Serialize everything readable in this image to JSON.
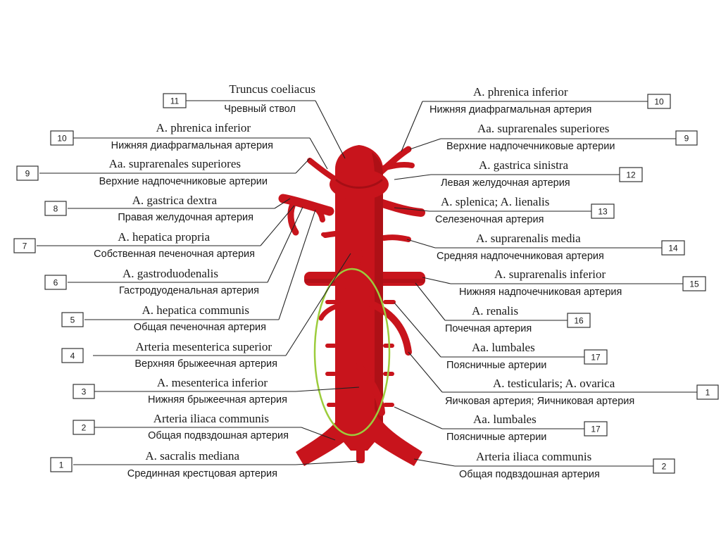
{
  "colors": {
    "artery": "#c8141c",
    "artery_dark": "#8e0a10",
    "highlight": "#9ccc3c",
    "ink": "#1a1a1a"
  },
  "labels": [
    {
      "id": "truncus",
      "num": "11",
      "lat": "Truncus coeliacus",
      "rus": "Чревный ствол"
    },
    {
      "id": "phrenica-l",
      "num": "10",
      "lat": "A. phrenica inferior",
      "rus": "Нижняя диафрагмальная артерия"
    },
    {
      "id": "supra-sup-l",
      "num": "9",
      "lat": "Aa. suprarenales superiores",
      "rus": "Верхние надпочечниковые артерии"
    },
    {
      "id": "gastrica-dextra",
      "num": "8",
      "lat": "A. gastrica dextra",
      "rus": "Правая желудочная артерия"
    },
    {
      "id": "hepatica-propria",
      "num": "7",
      "lat": "A. hepatica propria",
      "rus": "Собственная печеночная артерия"
    },
    {
      "id": "gastroduodenalis",
      "num": "6",
      "lat": "A. gastroduodenalis",
      "rus": "Гастродуоденальная артерия"
    },
    {
      "id": "hepatica-communis",
      "num": "5",
      "lat": "A. hepatica communis",
      "rus": "Общая печеночная артерия"
    },
    {
      "id": "mes-sup",
      "num": "4",
      "lat": "Arteria mesenterica superior",
      "rus": "Верхняя брыжеечная артерия"
    },
    {
      "id": "mes-inf",
      "num": "3",
      "lat": "A. mesenterica inferior",
      "rus": "Нижняя брыжеечная артерия"
    },
    {
      "id": "iliaca-l",
      "num": "2",
      "lat": "Arteria iliaca communis",
      "rus": "Общая подвздошная артерия"
    },
    {
      "id": "sacralis",
      "num": "1",
      "lat": "A. sacralis mediana",
      "rus": "Срединная крестцовая артерия"
    },
    {
      "id": "phrenica-r",
      "num": "10",
      "lat": "A. phrenica inferior",
      "rus": "Нижняя диафрагмальная артерия"
    },
    {
      "id": "supra-sup-r",
      "num": "9",
      "lat": "Aa. suprarenales superiores",
      "rus": "Верхние надпочечниковые артерии"
    },
    {
      "id": "gastrica-sinistra",
      "num": "12",
      "lat": "A. gastrica sinistra",
      "rus": "Левая желудочная артерия"
    },
    {
      "id": "splenica",
      "num": "13",
      "lat": "A. splenica; A. lienalis",
      "rus": "Селезеночная артерия"
    },
    {
      "id": "supra-media",
      "num": "14",
      "lat": "A. suprarenalis media",
      "rus": "Средняя надпочечниковая артерия"
    },
    {
      "id": "supra-inf",
      "num": "15",
      "lat": "A. suprarenalis inferior",
      "rus": "Нижняя надпочечниковая артерия"
    },
    {
      "id": "renalis",
      "num": "16",
      "lat": "A. renalis",
      "rus": "Почечная артерия"
    },
    {
      "id": "lumbales-1",
      "num": "17",
      "lat": "Aa. lumbales",
      "rus": "Поясничные артерии"
    },
    {
      "id": "testicularis",
      "num": "1",
      "lat": "A. testicularis; A. ovarica",
      "rus": "Яичковая артерия; Яичниковая артерия"
    },
    {
      "id": "lumbales-2",
      "num": "17",
      "lat": "Aa. lumbales",
      "rus": "Поясничные артерии"
    },
    {
      "id": "iliaca-r",
      "num": "2",
      "lat": "Arteria iliaca communis",
      "rus": "Общая подвздошная артерия"
    }
  ]
}
